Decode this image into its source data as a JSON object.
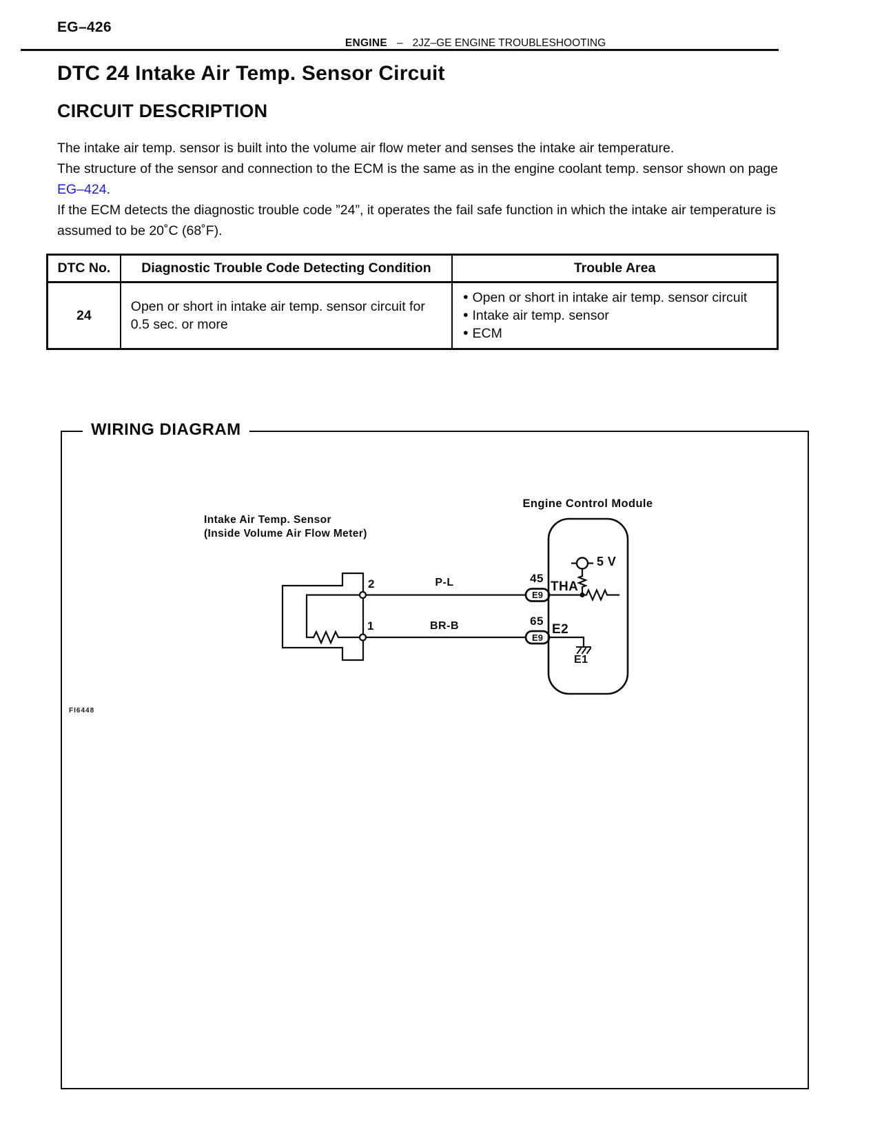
{
  "page": {
    "page_number": "EG–426",
    "header_section": "ENGINE",
    "header_dash": "–",
    "header_title": "2JZ–GE ENGINE TROUBLESHOOTING",
    "title": "DTC 24 Intake Air Temp. Sensor Circuit",
    "section_heading": "CIRCUIT DESCRIPTION"
  },
  "description": {
    "p1": "The intake air temp. sensor is built into the volume air flow meter and senses the intake air temperature.",
    "p2_before_link": "The structure of the sensor and connection to the ECM is the same as in the engine coolant temp. sensor shown on page ",
    "p2_link": "EG–424",
    "p2_after_link": ".",
    "p3": "If the ECM detects the diagnostic trouble code ”24”, it operates the fail safe function in which the intake air temperature is assumed to be 20˚C (68˚F)."
  },
  "dtc_table": {
    "headers": [
      "DTC No.",
      "Diagnostic Trouble Code Detecting Condition",
      "Trouble Area"
    ],
    "row": {
      "dtc_no": "24",
      "condition": "Open or short in intake air temp. sensor circuit for 0.5 sec. or more",
      "bullet": "•",
      "trouble_areas": [
        "Open or short in intake air temp. sensor circuit",
        "Intake air temp. sensor",
        "ECM"
      ]
    }
  },
  "wiring_diagram": {
    "title": "WIRING DIAGRAM",
    "figure_id": "FI6448",
    "sensor_label_line1": "Intake Air Temp. Sensor",
    "sensor_label_line2": "(Inside Volume Air Flow Meter)",
    "ecm_label": "Engine Control Module",
    "terminal_2": "2",
    "terminal_1": "1",
    "wire_2_color": "P-L",
    "wire_1_color": "BR-B",
    "pin_tha_number": "45",
    "pin_tha_connector": "E9",
    "pin_tha_name": "THA",
    "pin_e2_number": "65",
    "pin_e2_connector": "E9",
    "pin_e2_name": "E2",
    "voltage_label": "5 V",
    "ground_label": "E1"
  },
  "colors": {
    "ink": "#0d0d0d",
    "link_blue": "#1b1be8",
    "paper": "#ffffff"
  }
}
